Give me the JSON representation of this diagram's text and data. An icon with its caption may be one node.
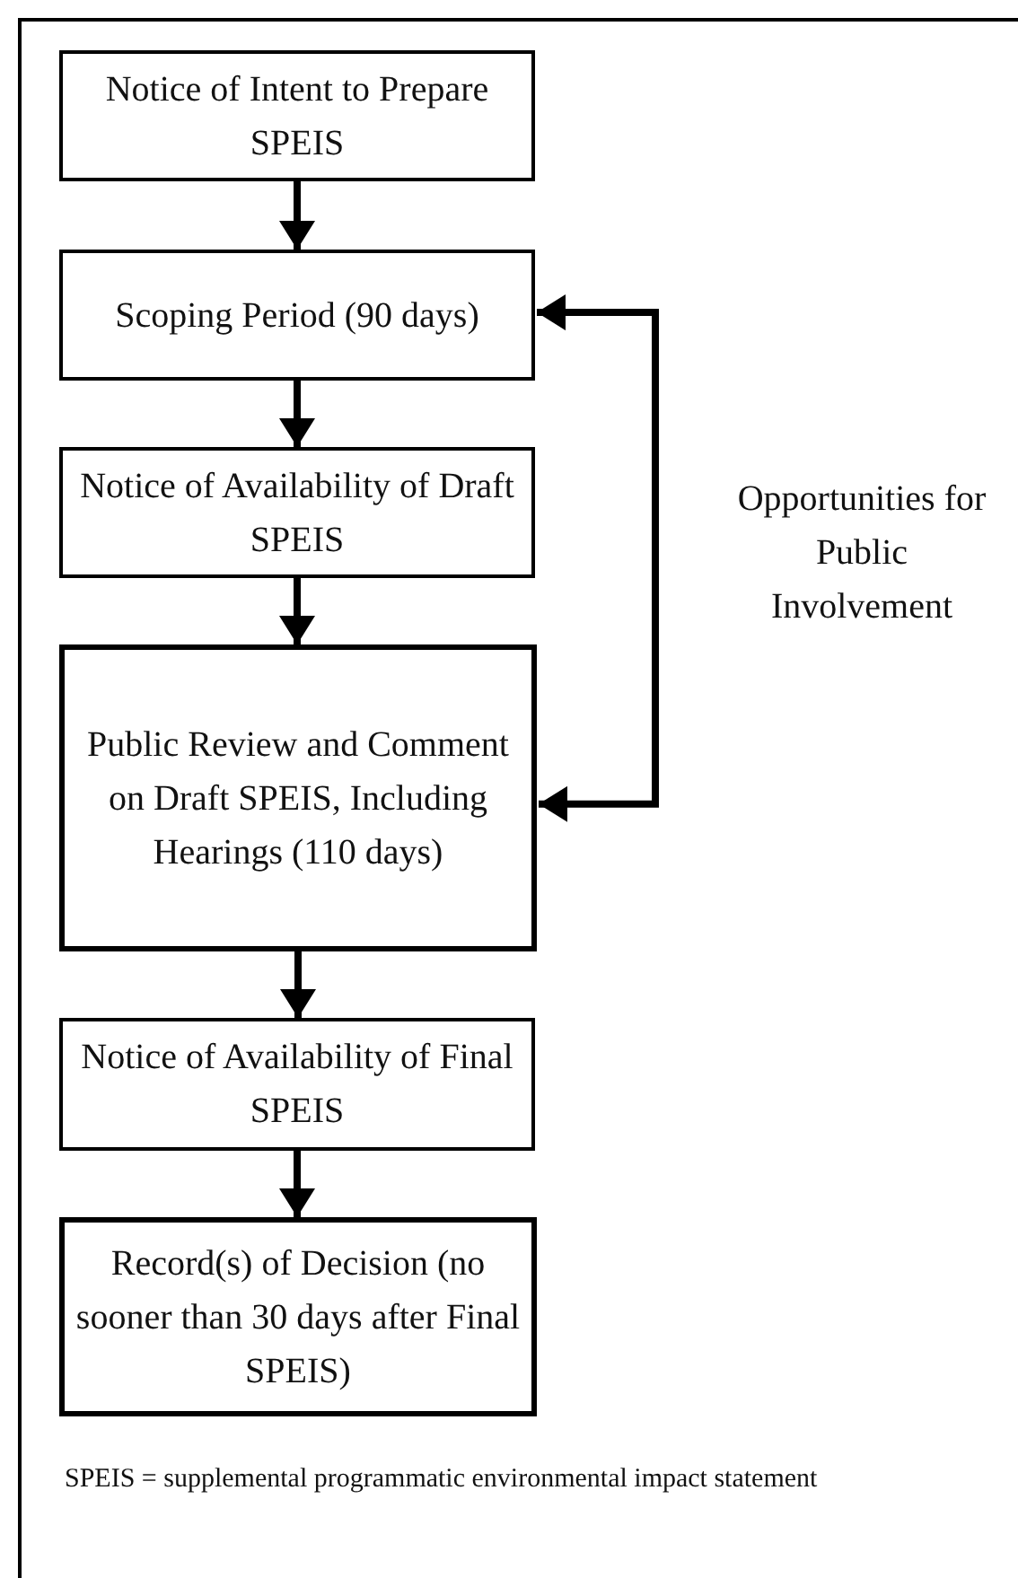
{
  "diagram": {
    "nodes": [
      {
        "text": [
          "Notice of Intent to Prepare SPEIS"
        ]
      },
      {
        "text": [
          "Scoping Period (90 days)"
        ]
      },
      {
        "text": [
          "Notice of Availability of Draft SPEIS"
        ]
      },
      {
        "text": [
          "Public Review and Comment on Draft SPEIS, Including Hearings (110 days)"
        ]
      },
      {
        "text": [
          "Notice of Availability of Final SPEIS"
        ]
      },
      {
        "text": [
          "Record(s) of Decision (no sooner than 30 days after Final SPEIS)"
        ]
      }
    ],
    "edges": [
      {
        "from": 0,
        "to": 1,
        "arrow": "to"
      },
      {
        "from": 1,
        "to": 2,
        "arrow": "to"
      },
      {
        "from": 2,
        "to": 3,
        "arrow": "to"
      },
      {
        "from": 3,
        "to": 4,
        "arrow": "to"
      },
      {
        "from": 4,
        "to": 5,
        "arrow": "to"
      },
      {
        "from": 1,
        "to": 3,
        "arrow": "both",
        "label": "Opportunities for Public Involvement"
      }
    ],
    "labels": [
      "SPEIS = supplemental programmatic environmental impact statement"
    ]
  }
}
